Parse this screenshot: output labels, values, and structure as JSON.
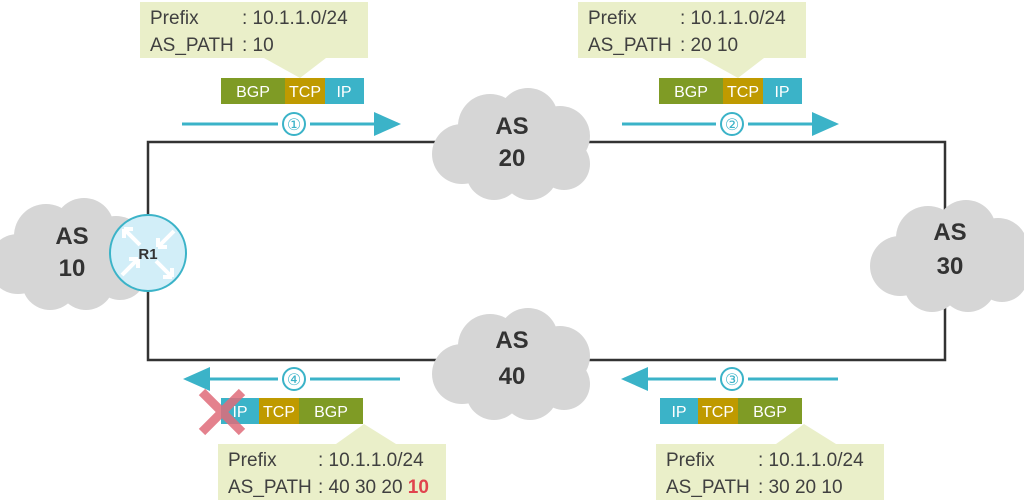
{
  "colors": {
    "cloud": "#d6d6d6",
    "link": "#333333",
    "callout_bg": "#eaefc9",
    "bgp": "#7f9b25",
    "tcp": "#bf9a00",
    "ip": "#3bb3c8",
    "arrow": "#3bb3c8",
    "highlight": "#e0434e",
    "cross": "#e06c7a",
    "router_fill": "#d2eef8",
    "router_stroke": "#3bb3c8"
  },
  "nodes": {
    "as10": {
      "line1": "AS",
      "line2": "10"
    },
    "as20": {
      "line1": "AS",
      "line2": "20"
    },
    "as30": {
      "line1": "AS",
      "line2": "30"
    },
    "as40": {
      "line1": "AS",
      "line2": "40"
    },
    "r1": {
      "label": "R1",
      "icon": "router-icon"
    }
  },
  "updates": [
    {
      "step": "①",
      "prefix_label": "Prefix",
      "prefix_value": ": 10.1.1.0/24",
      "aspath_label": "AS_PATH",
      "aspath_value": ": 10",
      "aspath_highlight": "",
      "stack": [
        "BGP",
        "TCP",
        "IP"
      ],
      "direction": "right"
    },
    {
      "step": "②",
      "prefix_label": "Prefix",
      "prefix_value": ": 10.1.1.0/24",
      "aspath_label": "AS_PATH",
      "aspath_value": ": 20 10",
      "aspath_highlight": "",
      "stack": [
        "BGP",
        "TCP",
        "IP"
      ],
      "direction": "right"
    },
    {
      "step": "③",
      "prefix_label": "Prefix",
      "prefix_value": ": 10.1.1.0/24",
      "aspath_label": "AS_PATH",
      "aspath_value": ": 30 20 10",
      "aspath_highlight": "",
      "stack": [
        "IP",
        "TCP",
        "BGP"
      ],
      "direction": "left"
    },
    {
      "step": "④",
      "prefix_label": "Prefix",
      "prefix_value": ": 10.1.1.0/24",
      "aspath_label": "AS_PATH",
      "aspath_value": ": 40 30 20 ",
      "aspath_highlight": "10",
      "stack": [
        "IP",
        "TCP",
        "BGP"
      ],
      "direction": "left",
      "rejected": true,
      "reject_icon": "cross-icon"
    }
  ]
}
